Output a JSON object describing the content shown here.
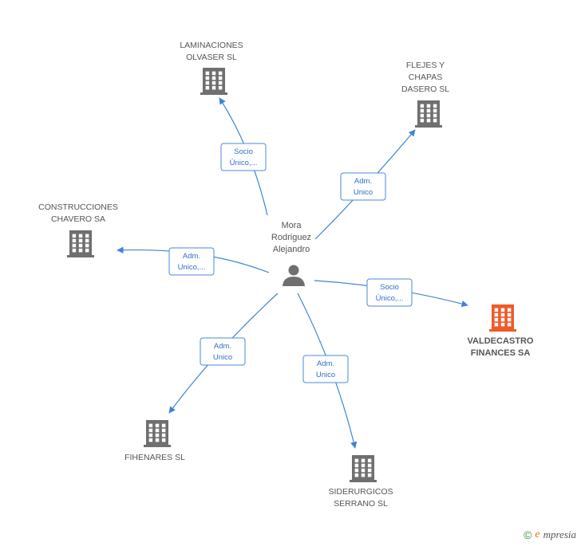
{
  "person": {
    "lines": [
      "Mora",
      "Rodriguez",
      "Alejandro"
    ]
  },
  "companies": [
    {
      "id": "laminaciones",
      "lines": [
        "LAMINACIONES",
        "OLVASER SL"
      ],
      "highlight": false
    },
    {
      "id": "flejes",
      "lines": [
        "FLEJES Y",
        "CHAPAS",
        "DASERO SL"
      ],
      "highlight": false
    },
    {
      "id": "construcciones",
      "lines": [
        "CONSTRUCCIONES",
        "CHAVERO SA"
      ],
      "highlight": false
    },
    {
      "id": "valdecastro",
      "lines": [
        "VALDECASTRO",
        "FINANCES SA"
      ],
      "highlight": true
    },
    {
      "id": "fihenares",
      "lines": [
        "FIHENARES SL"
      ],
      "highlight": false
    },
    {
      "id": "siderurgicos",
      "lines": [
        "SIDERURGICOS",
        "SERRANO SL"
      ],
      "highlight": false
    }
  ],
  "edges": [
    {
      "target": "laminaciones",
      "lines": [
        "Socio",
        "Único,..."
      ]
    },
    {
      "target": "flejes",
      "lines": [
        "Adm.",
        "Unico"
      ]
    },
    {
      "target": "construcciones",
      "lines": [
        "Adm.",
        "Unico,..."
      ]
    },
    {
      "target": "valdecastro",
      "lines": [
        "Socio",
        "Único,..."
      ]
    },
    {
      "target": "fihenares",
      "lines": [
        "Adm.",
        "Unico"
      ]
    },
    {
      "target": "siderurgicos",
      "lines": [
        "Adm.",
        "Unico"
      ]
    }
  ],
  "colors": {
    "building": "#6f6f6f",
    "building_highlight": "#f05a28",
    "edge": "#3f83d6"
  },
  "icons": {
    "person": "person-icon",
    "company": "building-icon"
  },
  "footer": {
    "copyright": "©",
    "brand_initial": "e",
    "brand_rest": "mpresia"
  }
}
